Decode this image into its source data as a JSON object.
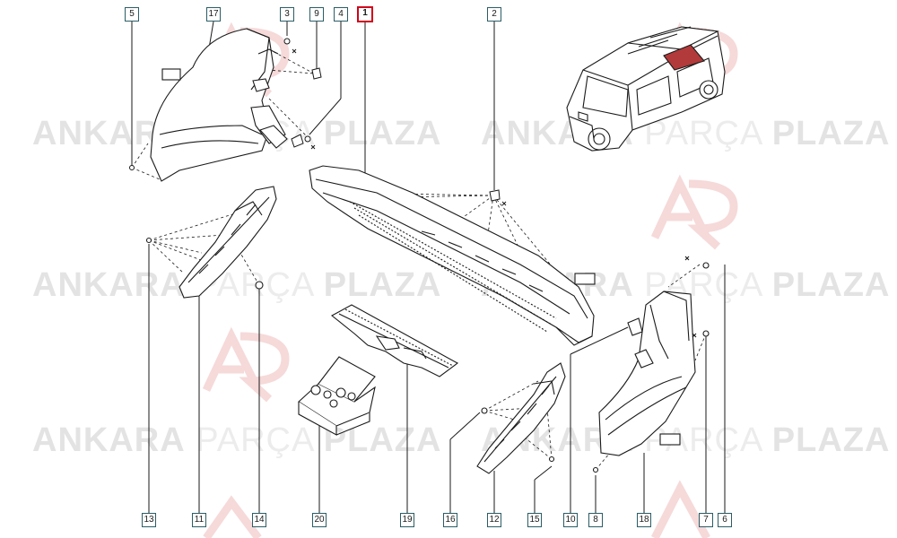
{
  "watermark": {
    "word1": "ANKARA",
    "word2": "PARÇA",
    "word3": "PLAZA",
    "logo_text": "AP"
  },
  "callouts": {
    "c1": "1",
    "c2": "2",
    "c3": "3",
    "c4": "4",
    "c5": "5",
    "c6": "6",
    "c7": "7",
    "c8": "8",
    "c9": "9",
    "c10": "10",
    "c11": "11",
    "c12": "12",
    "c13": "13",
    "c14": "14",
    "c15": "15",
    "c16": "16",
    "c17": "17",
    "c18": "18",
    "c19": "19",
    "c20": "20"
  },
  "colors": {
    "line": "#1a1a1a",
    "callout_border": "#2b5d66",
    "highlight": "#d0021b",
    "watermark": "#e3e3e3",
    "logo": "#f6d9d9"
  }
}
